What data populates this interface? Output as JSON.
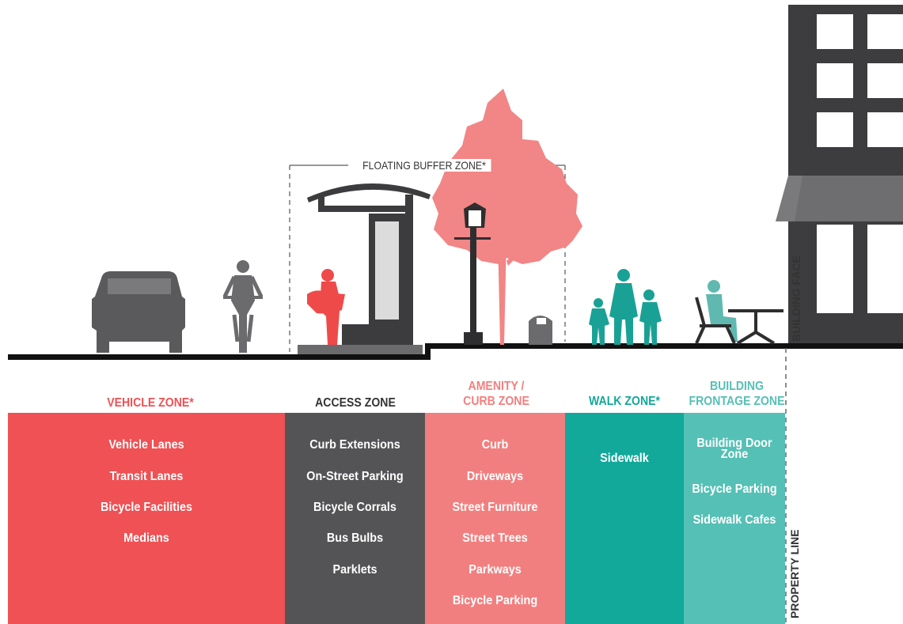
{
  "floating_buffer": {
    "label": "FLOATING BUFFER ZONE*"
  },
  "building_face": {
    "label": "BUILDING FACE"
  },
  "property_line": {
    "label": "PROPERTY LINE"
  },
  "colors": {
    "vehicle": "#ef5154",
    "access": "#545456",
    "amenity": "#f27f7f",
    "walk": "#12a89a",
    "frontage": "#55c0b5",
    "scene_dark": "#3c3c3e",
    "scene_grey": "#6b6b6d"
  },
  "zones": [
    {
      "id": "vehicle",
      "heading": [
        "VEHICLE ZONE*"
      ],
      "heading_color": "#ef5154",
      "items": [
        "Vehicle Lanes",
        "Transit Lanes",
        "Bicycle Facilities",
        "Medians"
      ]
    },
    {
      "id": "access",
      "heading": [
        "ACCESS ZONE"
      ],
      "heading_color": "#333333",
      "items": [
        "Curb Extensions",
        "On-Street Parking",
        "Bicycle Corrals",
        "Bus Bulbs",
        "Parklets"
      ]
    },
    {
      "id": "amenity",
      "heading": [
        "AMENITY /",
        "CURB ZONE"
      ],
      "heading_color": "#f27f7f",
      "items": [
        "Curb",
        "Driveways",
        "Street Furniture",
        "Street Trees",
        "Parkways",
        "Bicycle Parking"
      ]
    },
    {
      "id": "walk",
      "heading": [
        "WALK ZONE*"
      ],
      "heading_color": "#12a89a",
      "items": [
        "Sidewalk"
      ]
    },
    {
      "id": "frontage",
      "heading": [
        "BUILDING",
        "FRONTAGE ZONE"
      ],
      "heading_color": "#55c0b5",
      "items": [
        "Building Door Zone",
        "Bicycle Parking",
        "Sidewalk Cafes"
      ]
    }
  ]
}
